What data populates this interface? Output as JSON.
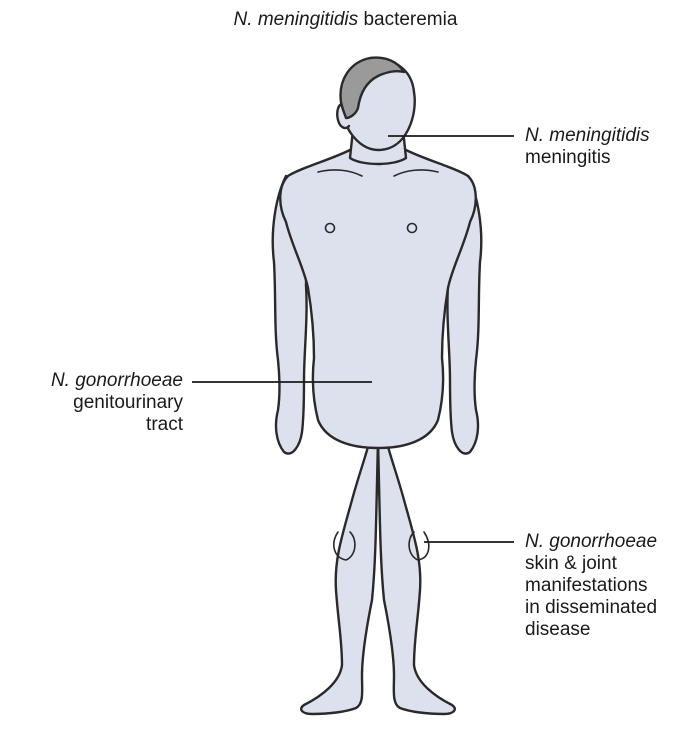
{
  "diagram": {
    "labels": {
      "top": {
        "species": "N. meningitidis",
        "text": "bacteremia"
      },
      "meningitis": {
        "species": "N. meningitidis",
        "lines": [
          "meningitis"
        ]
      },
      "genitourinary": {
        "species": "N. gonorrhoeae",
        "lines": [
          "genitourinary",
          "tract"
        ]
      },
      "skin_joint": {
        "species": "N. gonorrhoeae",
        "lines": [
          "skin & joint",
          "manifestations",
          "in disseminated",
          "disease"
        ]
      }
    },
    "colors": {
      "body_fill": "#dde1ee",
      "outline": "#2a2a2a",
      "hair": "#9a9a9a",
      "leader_line": "#1a1a1a"
    }
  }
}
